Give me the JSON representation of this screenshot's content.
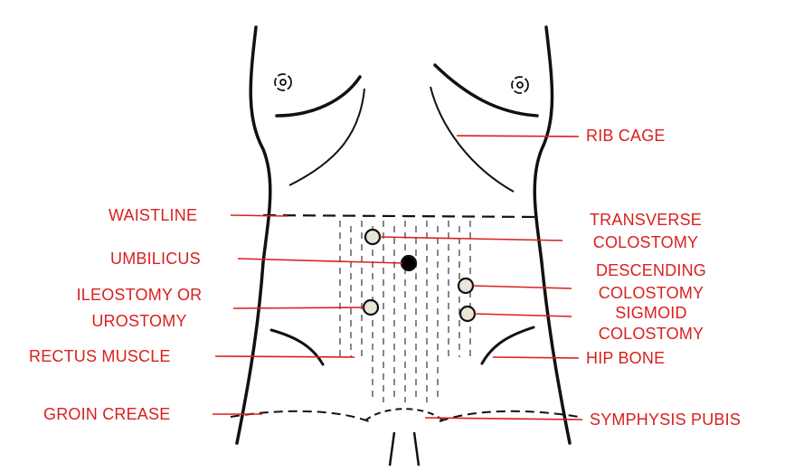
{
  "colors": {
    "label": "#d9201e",
    "leader": "#d9201e",
    "outline": "#111111",
    "stoma_fill": "#eae6d6",
    "umbilicus_fill": "#000000"
  },
  "labels": {
    "rib_cage": "RIB CAGE",
    "waistline": "WAISTLINE",
    "transverse_colostomy": [
      "TRANSVERSE",
      "COLOSTOMY"
    ],
    "umbilicus": "UMBILICUS",
    "descending_colostomy": [
      "DESCENDING",
      "COLOSTOMY"
    ],
    "ileostomy_urostomy": [
      "ILEOSTOMY OR",
      "UROSTOMY"
    ],
    "sigmoid_colostomy": [
      "SIGMOID",
      "COLOSTOMY"
    ],
    "rectus_muscle": "RECTUS MUSCLE",
    "hip_bone": "HIP BONE",
    "groin_crease": "GROIN CREASE",
    "symphysis_pubis": "SYMPHYSIS PUBIS"
  }
}
